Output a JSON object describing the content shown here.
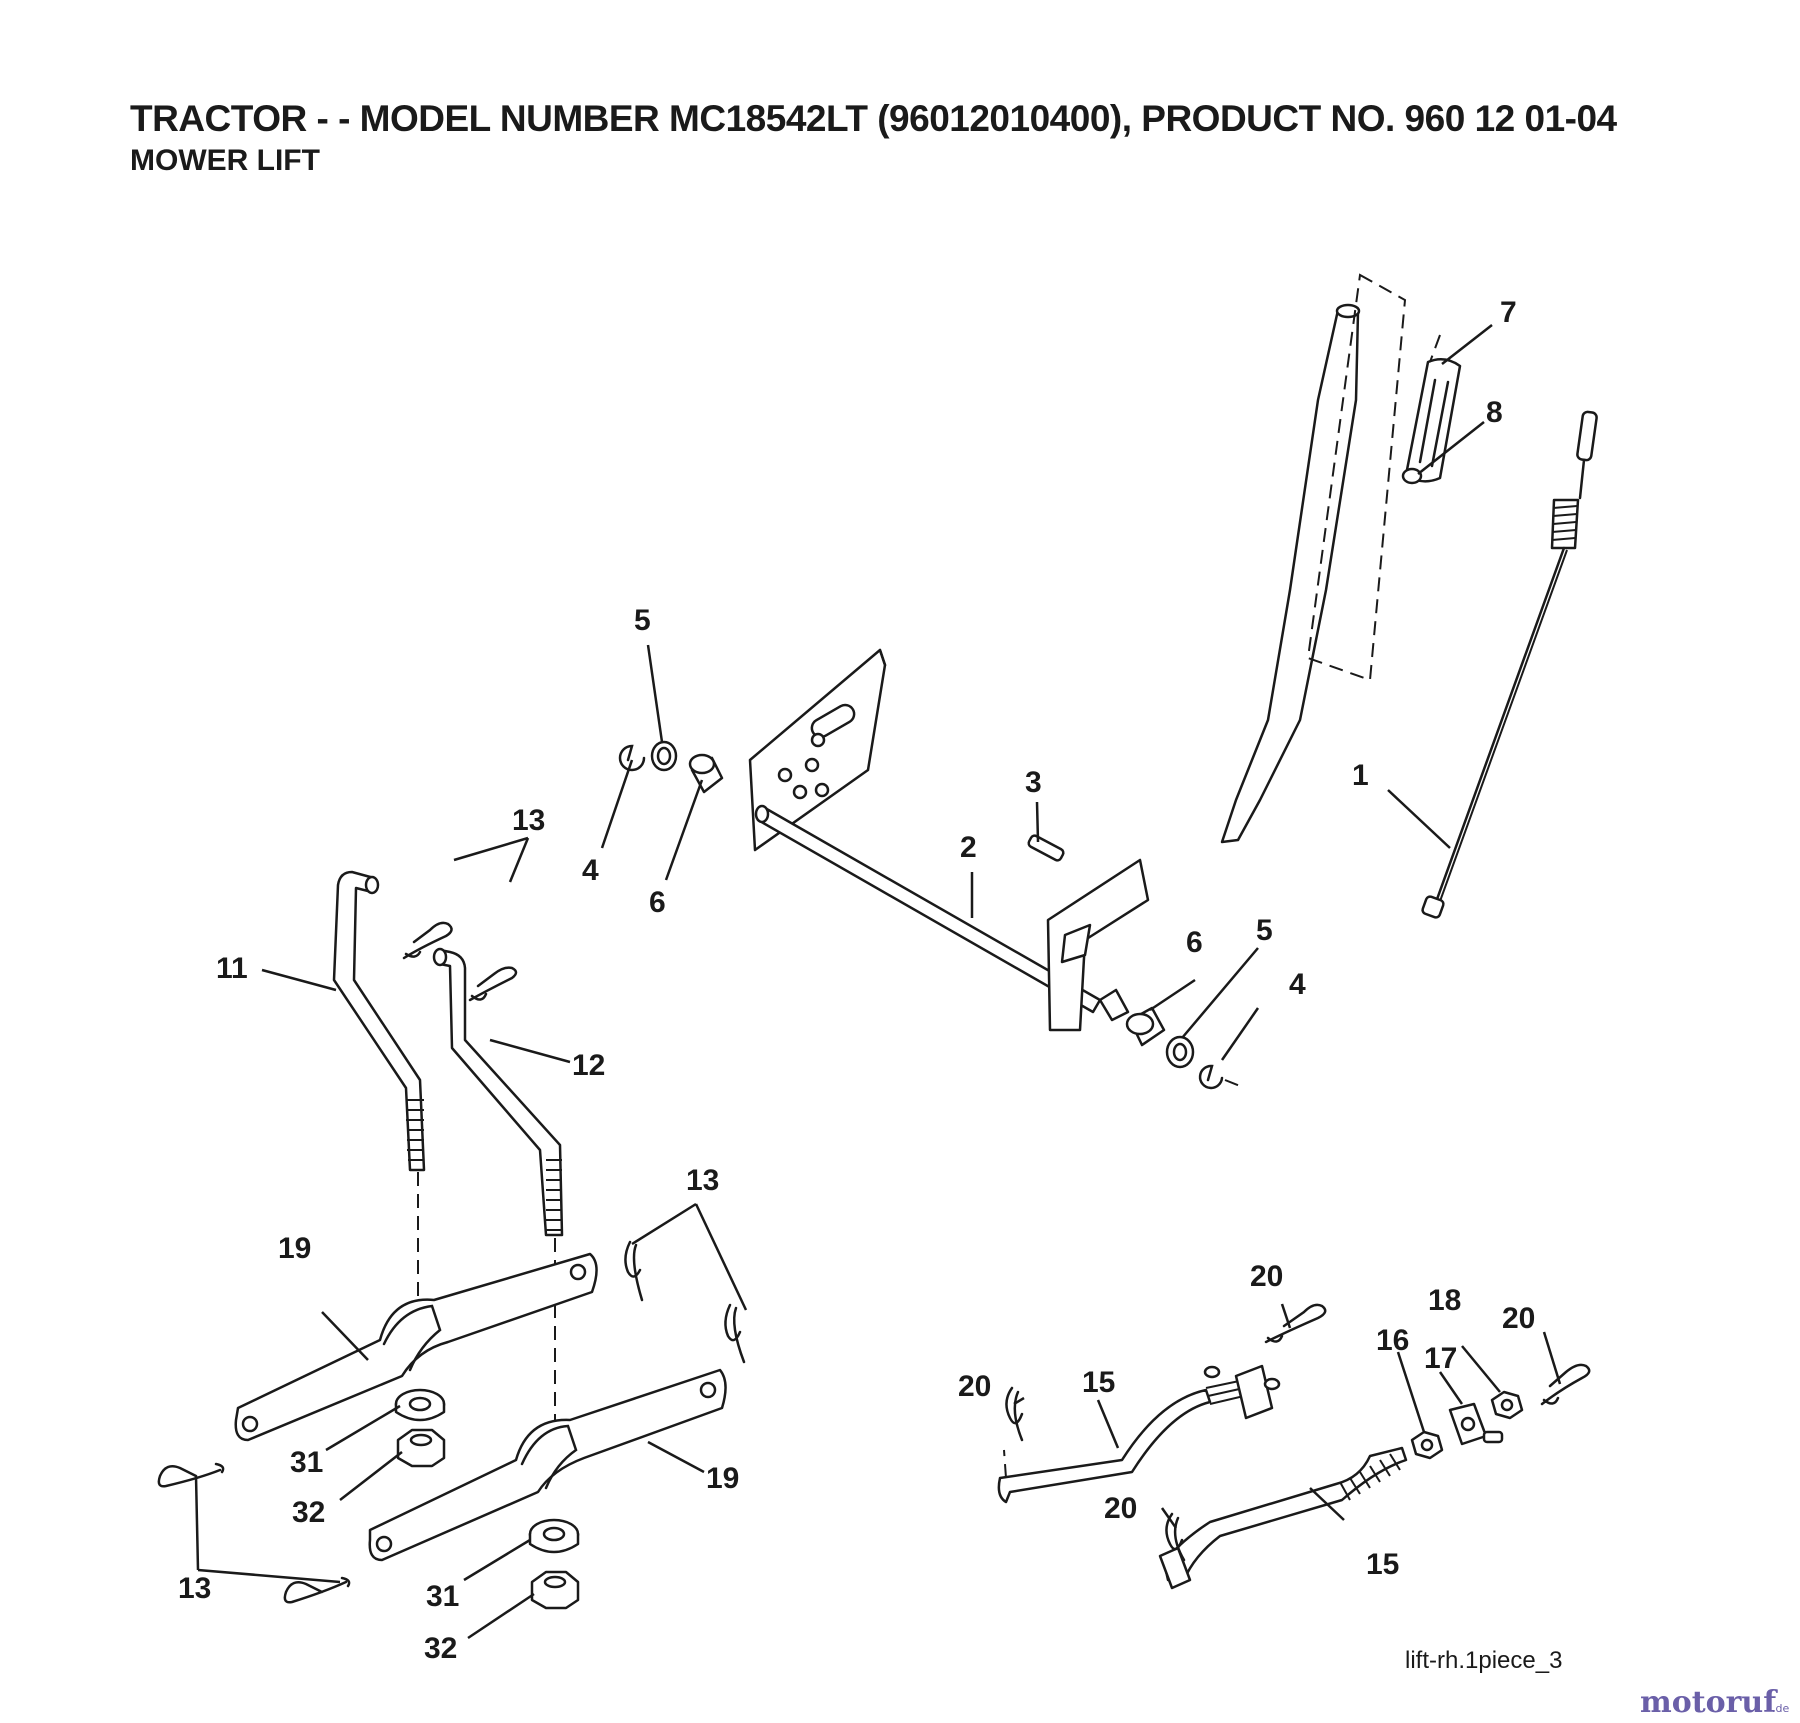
{
  "header": {
    "title": "TRACTOR - - MODEL NUMBER MC18542LT (96012010400), PRODUCT NO. 960 12 01-04",
    "subtitle": "MOWER LIFT"
  },
  "callouts": [
    {
      "id": "c1",
      "label": "1"
    },
    {
      "id": "c2",
      "label": "2"
    },
    {
      "id": "c3",
      "label": "3"
    },
    {
      "id": "c4a",
      "label": "4"
    },
    {
      "id": "c4b",
      "label": "4"
    },
    {
      "id": "c5a",
      "label": "5"
    },
    {
      "id": "c5b",
      "label": "5"
    },
    {
      "id": "c6a",
      "label": "6"
    },
    {
      "id": "c6b",
      "label": "6"
    },
    {
      "id": "c7",
      "label": "7"
    },
    {
      "id": "c8",
      "label": "8"
    },
    {
      "id": "c11",
      "label": "11"
    },
    {
      "id": "c12",
      "label": "12"
    },
    {
      "id": "c13a",
      "label": "13"
    },
    {
      "id": "c13b",
      "label": "13"
    },
    {
      "id": "c13c",
      "label": "13"
    },
    {
      "id": "c15a",
      "label": "15"
    },
    {
      "id": "c15b",
      "label": "15"
    },
    {
      "id": "c16",
      "label": "16"
    },
    {
      "id": "c17",
      "label": "17"
    },
    {
      "id": "c18",
      "label": "18"
    },
    {
      "id": "c19a",
      "label": "19"
    },
    {
      "id": "c19b",
      "label": "19"
    },
    {
      "id": "c20a",
      "label": "20"
    },
    {
      "id": "c20b",
      "label": "20"
    },
    {
      "id": "c20c",
      "label": "20"
    },
    {
      "id": "c20d",
      "label": "20"
    },
    {
      "id": "c31a",
      "label": "31"
    },
    {
      "id": "c31b",
      "label": "31"
    },
    {
      "id": "c32a",
      "label": "32"
    },
    {
      "id": "c32b",
      "label": "32"
    }
  ],
  "drawing_ref": "lift-rh.1piece_3",
  "watermark": {
    "part_a": "motoruf",
    "part_b": ".de",
    "color_a": "#6a5fa8",
    "color_b": "#e0742c"
  }
}
